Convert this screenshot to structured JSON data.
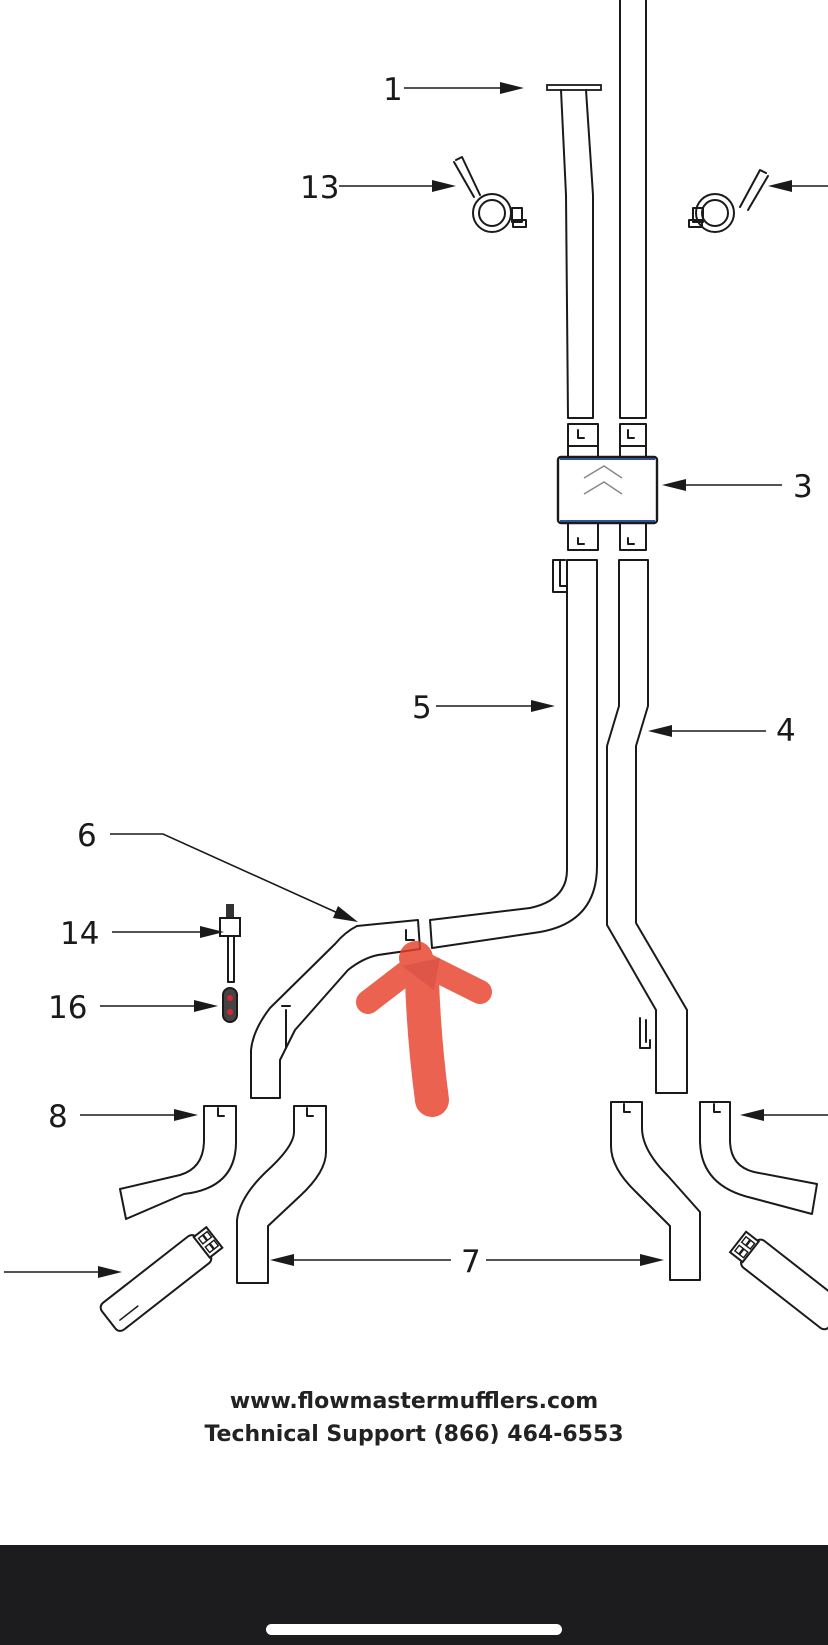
{
  "diagram": {
    "callouts": {
      "c1": "1",
      "c3": "3",
      "c4": "4",
      "c5": "5",
      "c6": "6",
      "c7": "7",
      "c8": "8",
      "c13": "13",
      "c14": "14",
      "c16": "16"
    },
    "annotation": {
      "color": "#e8402a",
      "shape": "hand-drawn-up-arrow"
    }
  },
  "footer": {
    "website": "www.flowmastermufflers.com",
    "support": "Technical Support (866) 464-6553"
  },
  "system": {
    "home_indicator_color": "#ffffff",
    "bar_color": "#1c1c1e"
  }
}
